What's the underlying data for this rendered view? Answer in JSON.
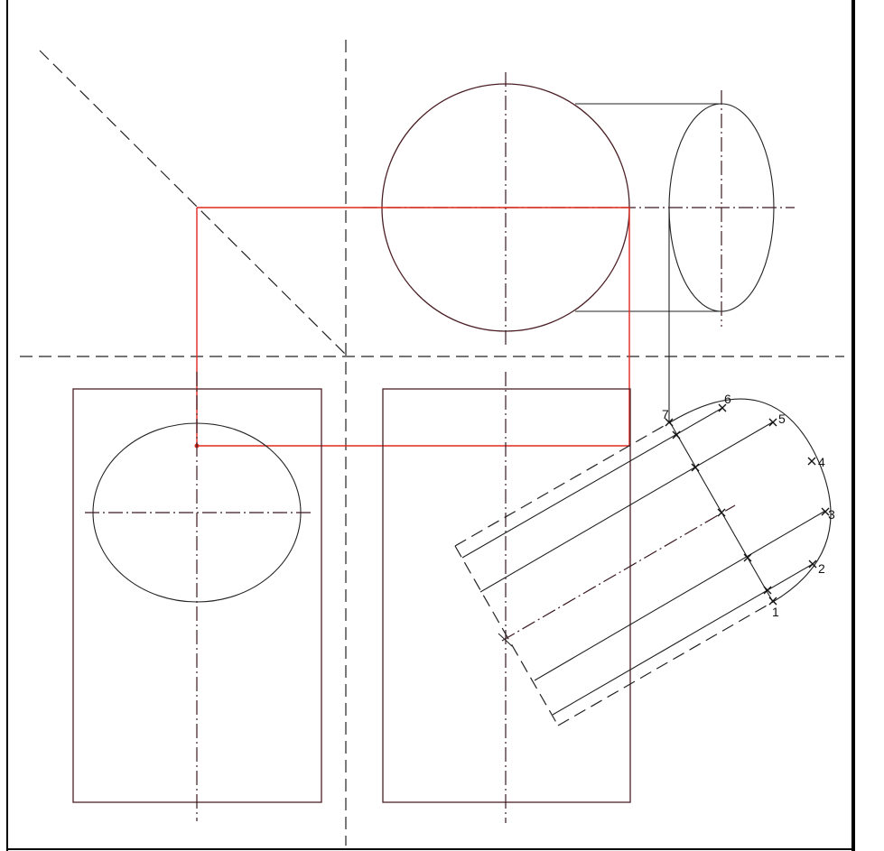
{
  "drawing": {
    "point_labels": [
      "1",
      "2",
      "3",
      "4",
      "5",
      "6",
      "7"
    ]
  },
  "colors": {
    "outline": "#4a1f25",
    "projection_red": "#e0281f",
    "line": "#222222",
    "frame": "#000000"
  }
}
